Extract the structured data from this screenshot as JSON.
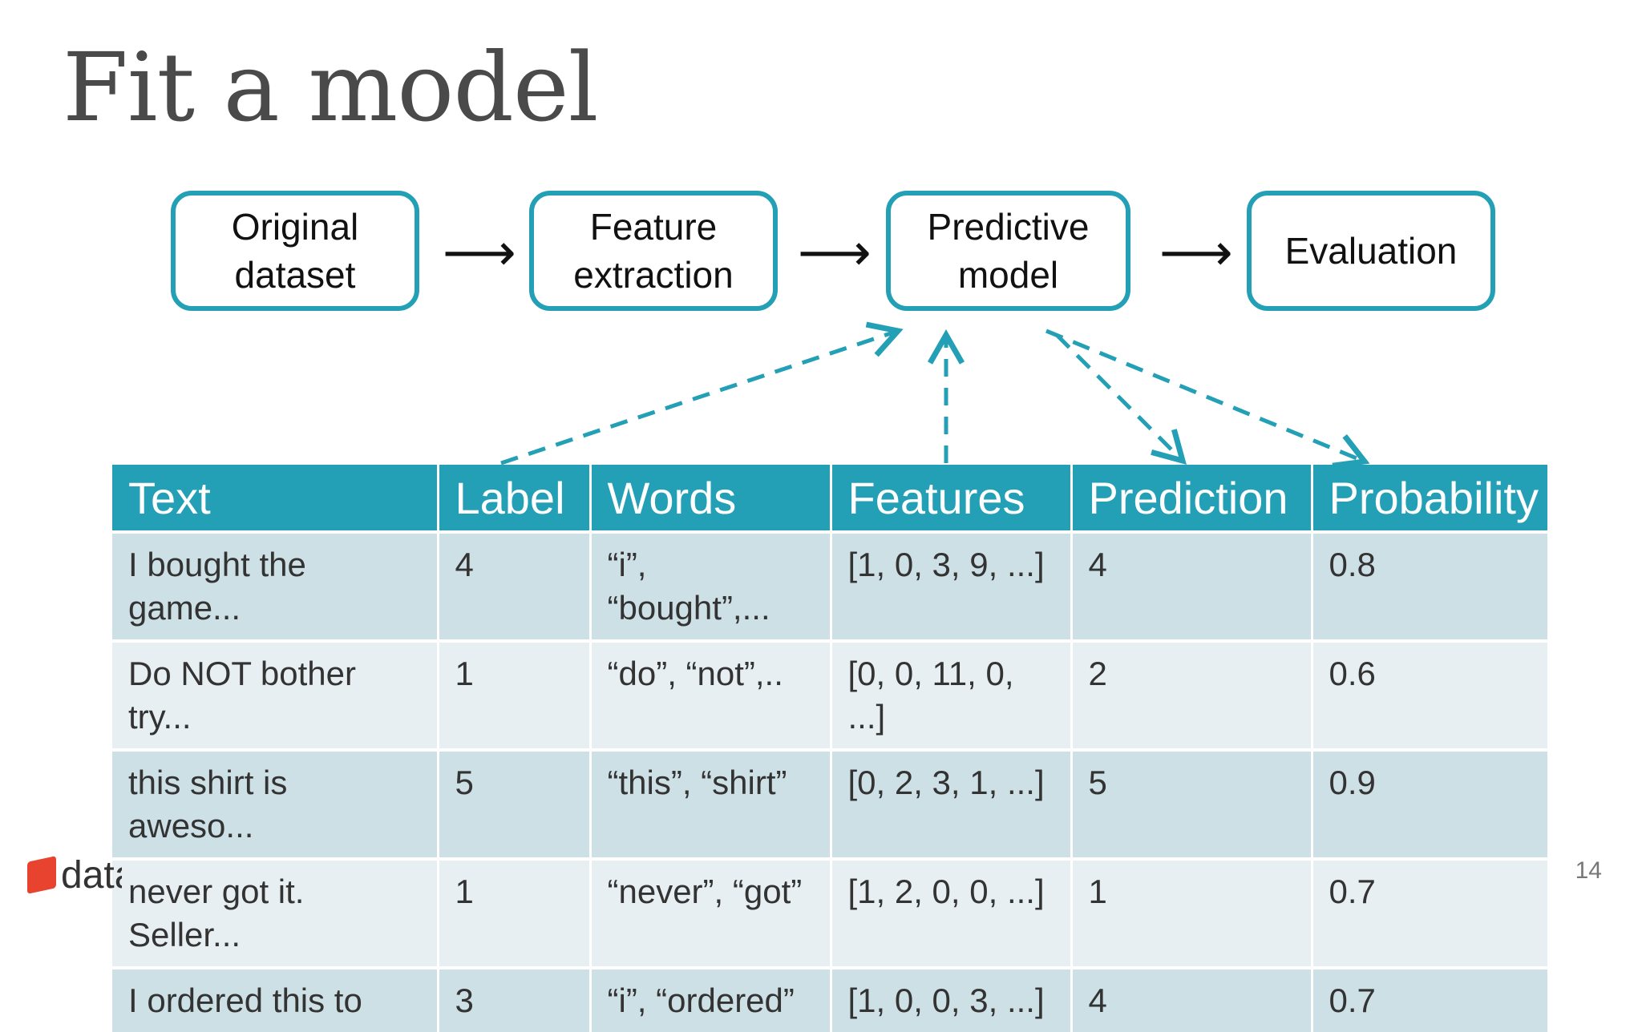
{
  "title": "Fit a model",
  "flow": [
    {
      "label": "Original\ndataset"
    },
    {
      "label": "Feature\nextraction"
    },
    {
      "label": "Predictive\nmodel"
    },
    {
      "label": "Evaluation"
    }
  ],
  "arrow_glyph": "⟶",
  "colors": {
    "accent": "#23a0b5",
    "row_dark": "#cde0e6",
    "row_light": "#e7eff2"
  },
  "table": {
    "headers": [
      "Text",
      "Label",
      "Words",
      "Features",
      "Prediction",
      "Probability"
    ],
    "rows": [
      [
        "I bought the game...",
        "4",
        "“i”,\n“bought”,...",
        "[1, 0, 3, 9, ...]",
        "4",
        "0.8"
      ],
      [
        "Do NOT bother try...",
        "1",
        "“do”, “not”,..",
        "[0, 0, 11, 0, ...]",
        "2",
        "0.6"
      ],
      [
        "this shirt is aweso...",
        "5",
        "“this”, “shirt”",
        "[0, 2, 3, 1, ...]",
        "5",
        "0.9"
      ],
      [
        "never got it.\nSeller...",
        "1",
        "“never”, “got”",
        "[1, 2, 0, 0, ...]",
        "1",
        "0.7"
      ],
      [
        "I ordered this to",
        "3",
        "“i”, “ordered”",
        "[1, 0, 0, 3, ...]",
        "4",
        "0.7"
      ]
    ]
  },
  "footer": {
    "logo_text": "databricks",
    "page_number": "14"
  }
}
